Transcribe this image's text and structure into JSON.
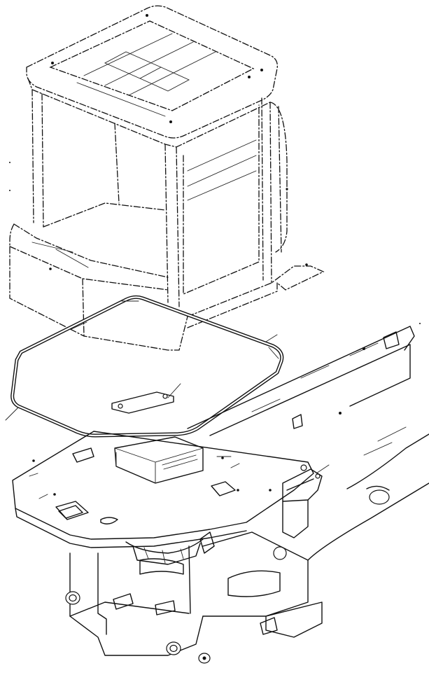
{
  "figure": {
    "kind": "exploded-parts-diagram",
    "parts": [
      {
        "id": "cab",
        "depiction": "operator-cab-phantom-outline"
      },
      {
        "id": "gasket",
        "depiction": "cab-floor-seal-gasket"
      },
      {
        "id": "cover-plate",
        "depiction": "small-cover-plate"
      },
      {
        "id": "floor-frame",
        "depiction": "floor-frame-with-mounts"
      },
      {
        "id": "mount-bracket",
        "depiction": "right-mount-bracket"
      },
      {
        "id": "main-frame",
        "depiction": "chassis-main-frame"
      }
    ],
    "leader_lines": 4,
    "colors": {
      "line": "#111111",
      "background": "#ffffff"
    }
  }
}
